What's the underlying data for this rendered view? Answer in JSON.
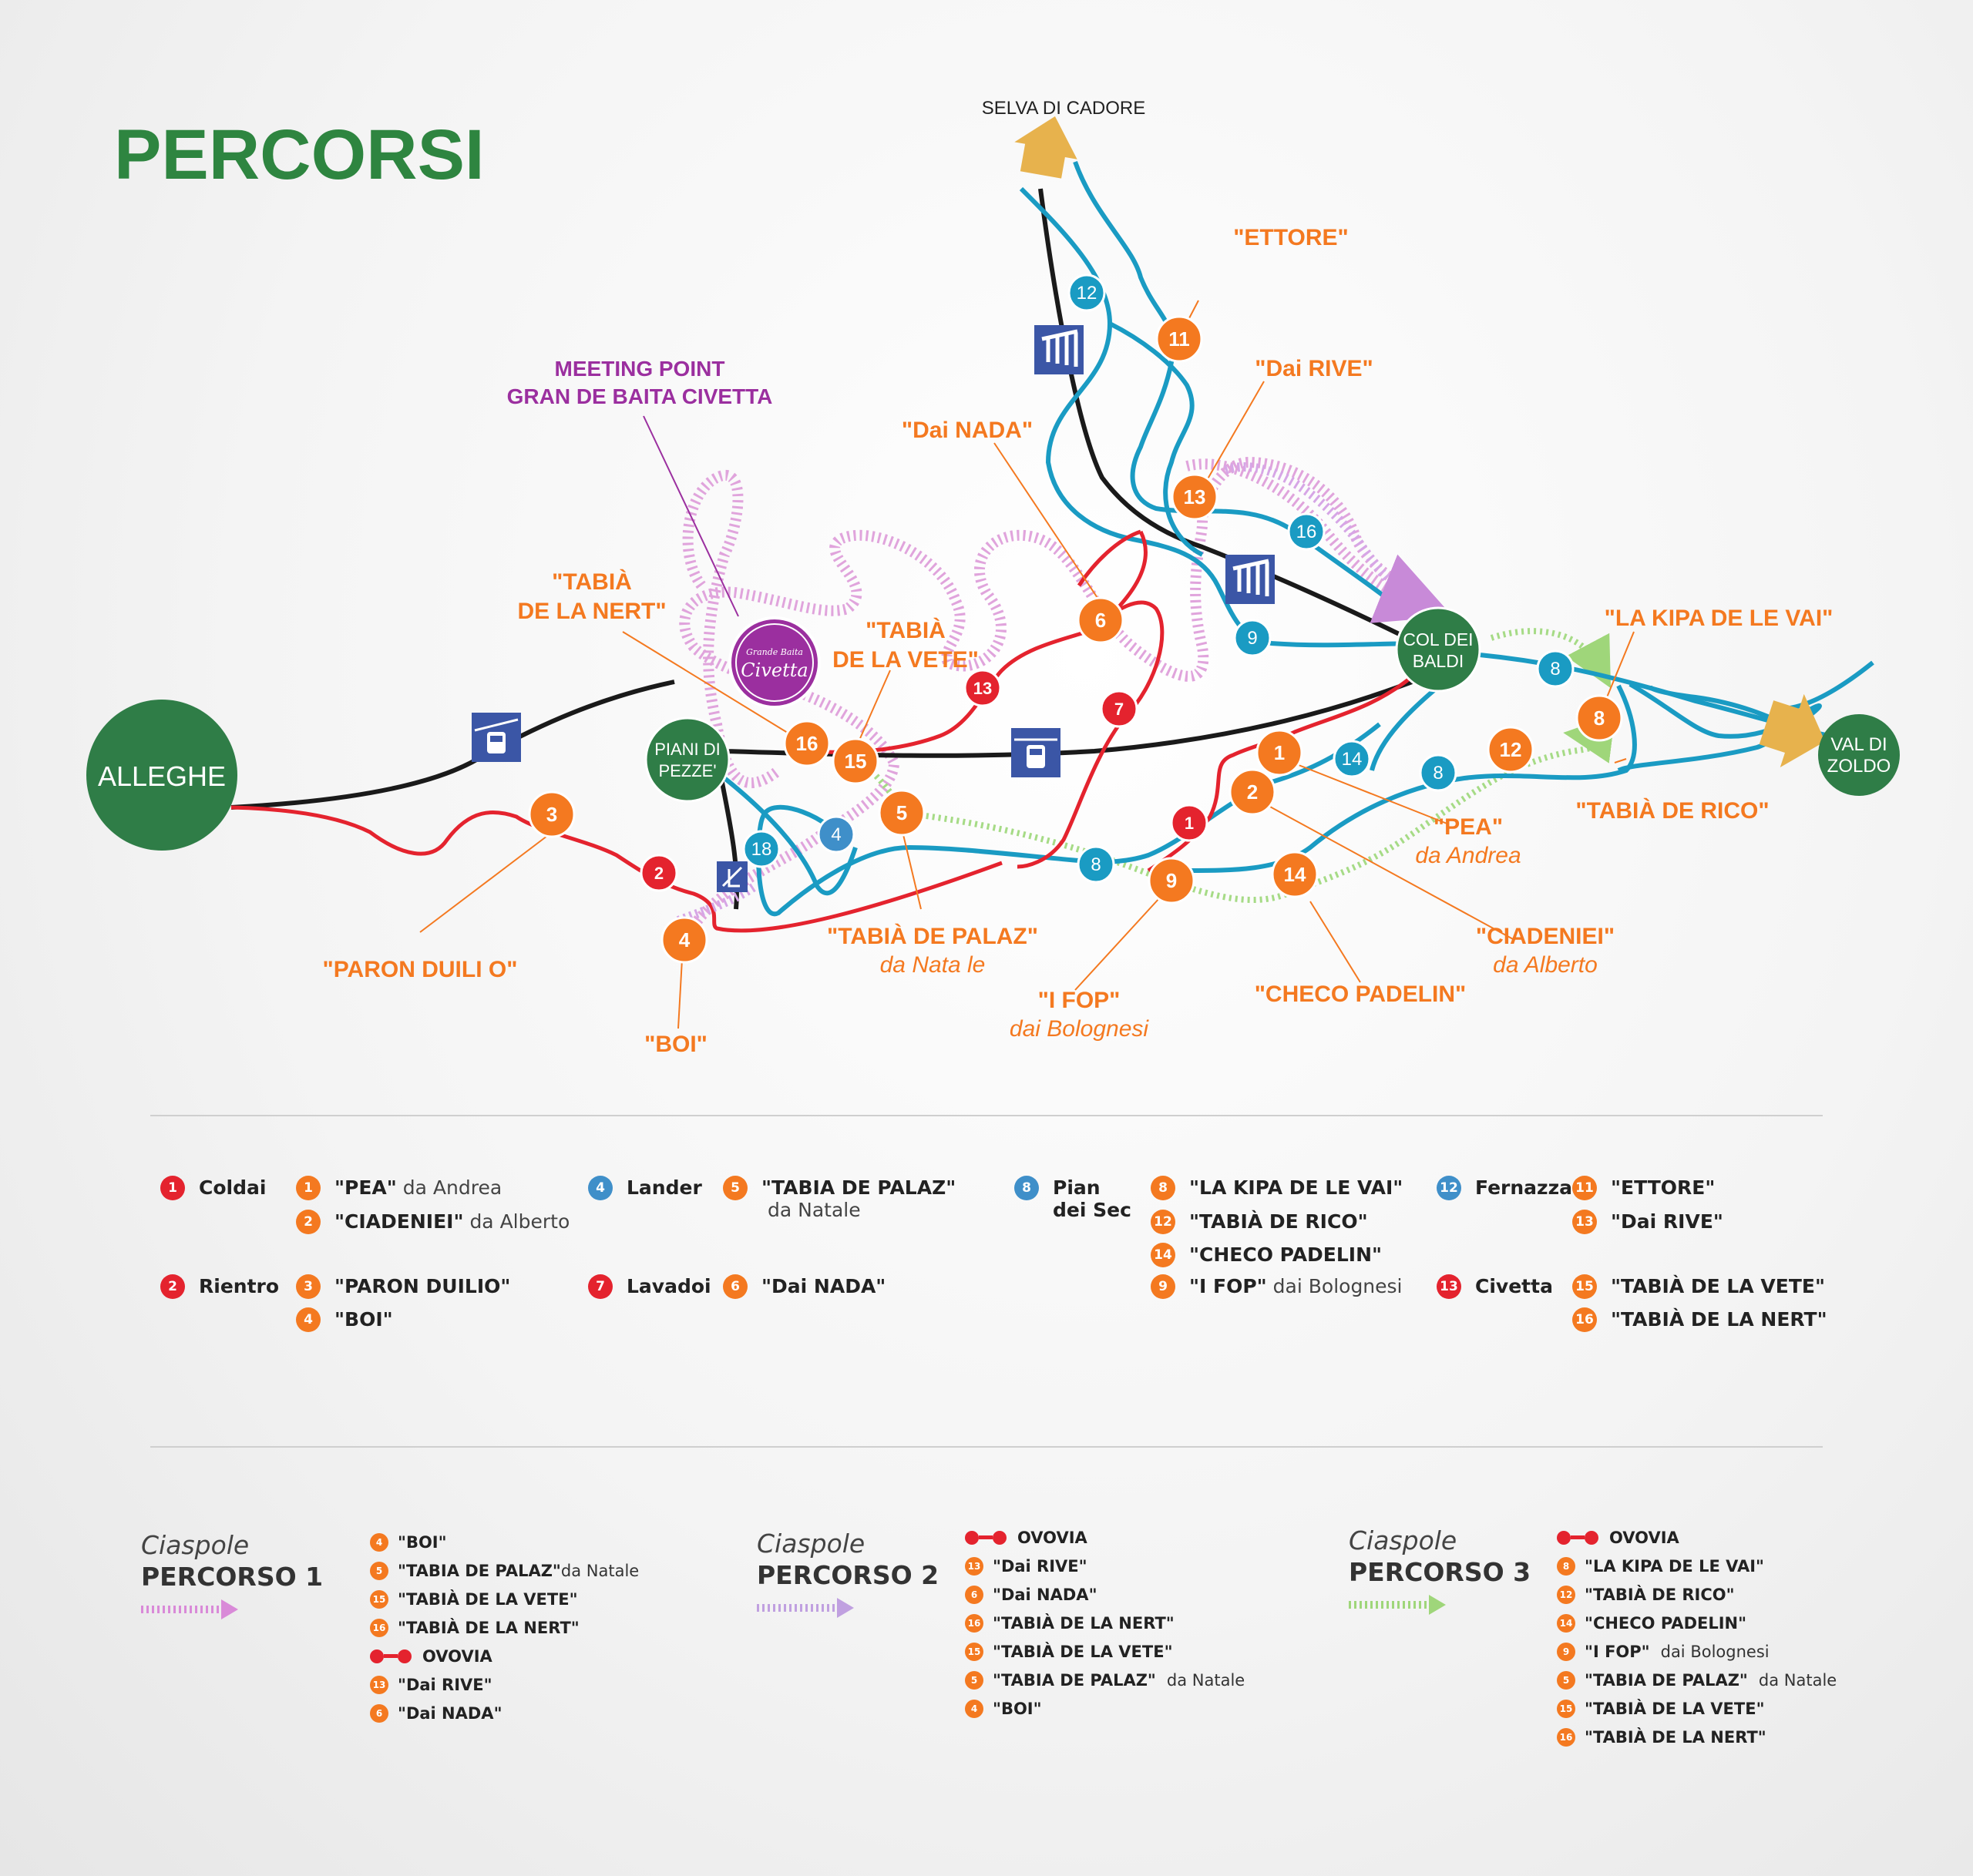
{
  "title": "PERCORSI",
  "colors": {
    "title": "#2e8540",
    "red": "#e4232e",
    "orange": "#f47920",
    "blue": "#1a9bc3",
    "black": "#1a1a1a",
    "green": "#2f7d47",
    "purple": "#9b2f9f",
    "pink": "#d98ad8",
    "lightgreen": "#9fd67a",
    "arrow": "#e7b24d",
    "lift": "#3b56a6"
  },
  "map": {
    "places": {
      "alleghe": "ALLEGHE",
      "piani_1": "PIANI DI",
      "piani_2": "PEZZE'",
      "col_1": "COL DEI",
      "col_2": "BALDI",
      "val_1": "VAL DI",
      "val_2": "ZOLDO",
      "selva": "SELVA DI CADORE"
    },
    "meeting_1": "MEETING POINT",
    "meeting_2": "GRAN DE BAITA CIVETTA",
    "logo_small": "Grande Baita",
    "logo_big": "Civetta",
    "labels": {
      "ettore": "\"ETTORE\"",
      "dai_rive": "\"Dai RIVE\"",
      "dai_nada": "\"Dai NADA\"",
      "nert_1": "\"TABIÀ",
      "nert_2": "DE LA NERT\"",
      "vete_1": "\"TABIÀ",
      "vete_2": "DE LA VETE\"",
      "kipa": "\"LA KIPA DE LE VAI\"",
      "rico": "\"TABIÀ DE RICO\"",
      "pea": "\"PEA\"",
      "pea_sub": "da Andrea",
      "ciadeniei": "\"CIADENIEI\"",
      "ciadeniei_sub": "da Alberto",
      "checo": "\"CHECO PADELIN\"",
      "ifop": "\"I FOP\"",
      "ifop_sub": "dai Bolognesi",
      "palaz": "\"TABIÀ DE PALAZ\"",
      "palaz_sub": "da Nata le",
      "paron": "\"PARON DUILI O\"",
      "boi": "\"BOI\""
    },
    "markers": {
      "m11": "11",
      "m13": "13",
      "m6": "6",
      "m16": "16",
      "m15": "15",
      "m5": "5",
      "m3": "3",
      "m4": "4",
      "m9": "9",
      "m14": "14",
      "m1": "1",
      "m2": "2",
      "m12": "12",
      "m8": "8",
      "r13": "13",
      "r7": "7",
      "r2": "2",
      "r1": "1",
      "b12": "12",
      "b16": "16",
      "b9": "9",
      "b8a": "8",
      "b14": "14",
      "b8b": "8",
      "b8c": "8",
      "b4": "4",
      "b18": "18"
    }
  },
  "legend": {
    "col1": [
      {
        "num": "1",
        "color": "red",
        "name": "Coldai"
      },
      {
        "num": "2",
        "color": "red",
        "name": "Rientro"
      }
    ],
    "col2": [
      {
        "num": "1",
        "name": "\"PEA\"",
        "sub": "da Andrea"
      },
      {
        "num": "2",
        "name": "\"CIADENIEI\"",
        "sub": "da Alberto"
      },
      {
        "num": "3",
        "name": "\"PARON DUILIO\""
      },
      {
        "num": "4",
        "name": "\"BOI\""
      }
    ],
    "col3": [
      {
        "num": "4",
        "color": "blu",
        "name": "Lander"
      },
      {
        "num": "7",
        "color": "red",
        "name": "Lavadoi"
      }
    ],
    "col4": [
      {
        "num": "5",
        "name": "\"TABIA DE PALAZ\"",
        "sub": "da Natale"
      },
      {
        "num": "6",
        "name": "\"Dai NADA\""
      }
    ],
    "col5": [
      {
        "num": "8",
        "color": "blu",
        "name_1": "Pian",
        "name_2": "dei Sec"
      }
    ],
    "col6": [
      {
        "num": "8",
        "name": "\"LA KIPA DE LE VAI\""
      },
      {
        "num": "12",
        "name": "\"TABIÀ DE RICO\""
      },
      {
        "num": "14",
        "name": "\"CHECO PADELIN\""
      },
      {
        "num": "9",
        "name": "\"I FOP\"",
        "sub": "dai Bolognesi"
      }
    ],
    "col7": [
      {
        "num": "12",
        "color": "blu",
        "name": "Fernazza"
      },
      {
        "num": "13",
        "color": "red",
        "name": "Civetta"
      }
    ],
    "col8": [
      {
        "num": "11",
        "name": "\"ETTORE\""
      },
      {
        "num": "13",
        "name": "\"Dai RIVE\""
      },
      {
        "num": "15",
        "name": "\"TABIÀ DE LA VETE\""
      },
      {
        "num": "16",
        "name": "\"TABIÀ DE LA NERT\""
      }
    ]
  },
  "routes": [
    {
      "label_1": "Ciaspole",
      "label_2": "PERCORSO 1",
      "arrow_color": "#d98ad8",
      "items": [
        {
          "type": "stop",
          "num": "4",
          "name": "\"BOI\""
        },
        {
          "type": "stop",
          "num": "5",
          "name": "\"TABIA DE PALAZ\"",
          "sub": "da Natale"
        },
        {
          "type": "stop",
          "num": "15",
          "name": "\"TABIÀ DE LA VETE\""
        },
        {
          "type": "stop",
          "num": "16",
          "name": "\"TABIÀ DE LA NERT\""
        },
        {
          "type": "ovovia",
          "name": "OVOVIA"
        },
        {
          "type": "stop",
          "num": "13",
          "name": "\"Dai RIVE\""
        },
        {
          "type": "stop",
          "num": "6",
          "name": "\"Dai NADA\""
        }
      ]
    },
    {
      "label_1": "Ciaspole",
      "label_2": "PERCORSO 2",
      "arrow_color": "#c0a0e0",
      "items": [
        {
          "type": "ovovia",
          "name": "OVOVIA"
        },
        {
          "type": "stop",
          "num": "13",
          "name": "\"Dai RIVE\""
        },
        {
          "type": "stop",
          "num": "6",
          "name": "\"Dai NADA\""
        },
        {
          "type": "stop",
          "num": "16",
          "name": "\"TABIÀ DE LA NERT\""
        },
        {
          "type": "stop",
          "num": "15",
          "name": "\"TABIÀ DE LA VETE\""
        },
        {
          "type": "stop",
          "num": "5",
          "name": "\"TABIA DE PALAZ\"",
          "sub": "da Natale"
        },
        {
          "type": "stop",
          "num": "4",
          "name": "\"BOI\""
        }
      ]
    },
    {
      "label_1": "Ciaspole",
      "label_2": "PERCORSO 3",
      "arrow_color": "#9fd67a",
      "items": [
        {
          "type": "ovovia",
          "name": "OVOVIA"
        },
        {
          "type": "stop",
          "num": "8",
          "name": "\"LA KIPA DE LE VAI\""
        },
        {
          "type": "stop",
          "num": "12",
          "name": "\"TABIÀ DE RICO\""
        },
        {
          "type": "stop",
          "num": "14",
          "name": "\"CHECO PADELIN\""
        },
        {
          "type": "stop",
          "num": "9",
          "name": "\"I FOP\"",
          "sub": "dai Bolognesi"
        },
        {
          "type": "stop",
          "num": "5",
          "name": "\"TABIA DE PALAZ\"",
          "sub": "da Natale"
        },
        {
          "type": "stop",
          "num": "15",
          "name": "\"TABIÀ DE LA VETE\""
        },
        {
          "type": "stop",
          "num": "16",
          "name": "\"TABIÀ DE LA NERT\""
        }
      ]
    }
  ]
}
